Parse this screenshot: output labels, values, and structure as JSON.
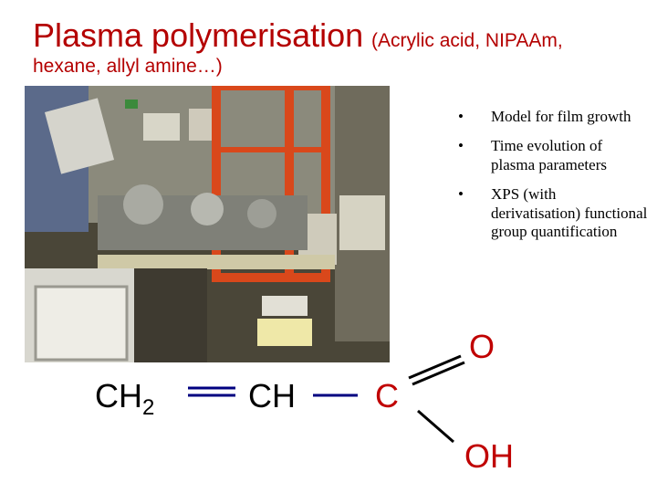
{
  "slide": {
    "title_main": "Plasma polymerisation",
    "title_sub_line1": "(Acrylic acid, NIPAAm,",
    "title_sub_line2": "hexane, allyl amine…)"
  },
  "bullets": [
    {
      "marker": "•",
      "text": "Model for film growth"
    },
    {
      "marker": "•",
      "text": "Time evolution of plasma parameters"
    },
    {
      "marker": "•",
      "text": "XPS (with derivatisation) functional group quantification"
    }
  ],
  "structure": {
    "ch2_main": "CH",
    "ch2_sub": "2",
    "ch": "CH",
    "c": "C",
    "o": "O",
    "oh": "OH"
  },
  "colors": {
    "title": "#b40000",
    "heteroatom": "#c00000",
    "bond_double": "#000080"
  },
  "photo": {
    "icon": "plasma-apparatus-photo"
  }
}
